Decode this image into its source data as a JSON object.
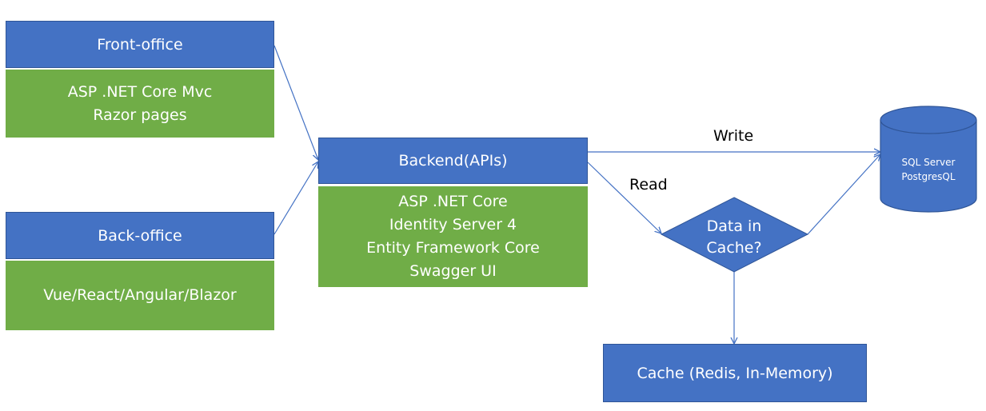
{
  "front_office": {
    "title": "Front-office",
    "stack": [
      "ASP .NET Core Mvc",
      "Razor pages"
    ]
  },
  "back_office": {
    "title": "Back-office",
    "stack": [
      "Vue/React/Angular/Blazor"
    ]
  },
  "backend": {
    "title": "Backend(APIs)",
    "stack": [
      "ASP .NET Core",
      "Identity Server 4",
      "Entity Framework Core",
      "Swagger UI"
    ]
  },
  "decision": {
    "line1": "Data in",
    "line2": "Cache?"
  },
  "database": {
    "line1": "SQL Server",
    "line2": "PostgresQL"
  },
  "cache": {
    "label": "Cache (Redis, In-Memory)"
  },
  "edges": {
    "write": "Write",
    "read": "Read"
  },
  "colors": {
    "blue": "#4472c4",
    "green": "#70ad47",
    "arrow": "#4472c4"
  }
}
